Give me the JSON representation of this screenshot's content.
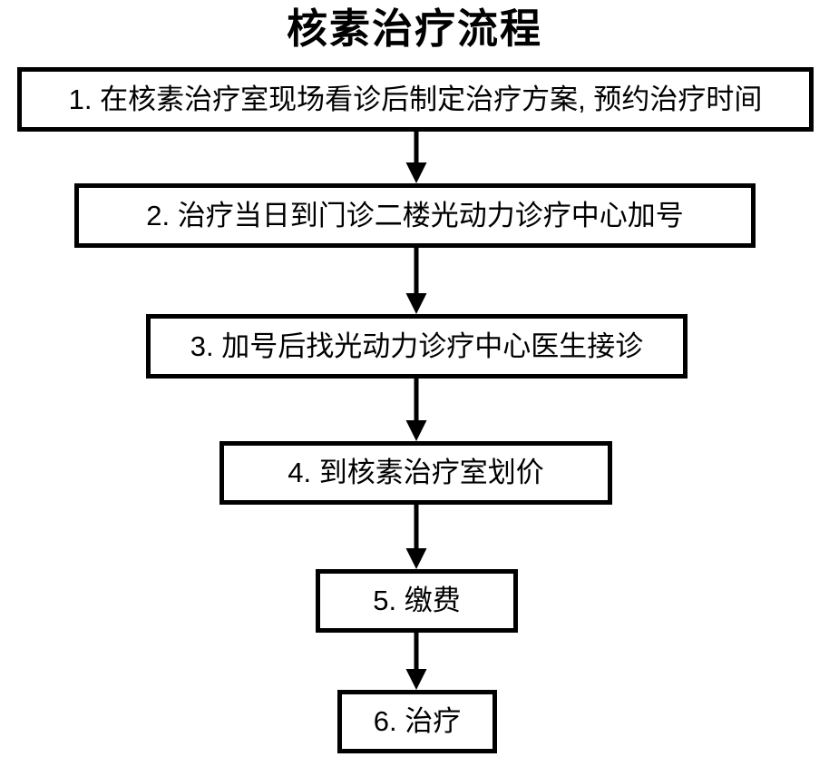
{
  "title": "核素治疗流程",
  "colors": {
    "background": "#ffffff",
    "stroke": "#000000",
    "text": "#000000"
  },
  "flow": {
    "steps": [
      {
        "id": "step-1",
        "label": "1. 在核素治疗室现场看诊后制定治疗方案, 预约治疗时间"
      },
      {
        "id": "step-2",
        "label": "2. 治疗当日到门诊二楼光动力诊疗中心加号"
      },
      {
        "id": "step-3",
        "label": "3. 加号后找光动力诊疗中心医生接诊"
      },
      {
        "id": "step-4",
        "label": "4. 到核素治疗室划价"
      },
      {
        "id": "step-5",
        "label": "5. 缴费"
      },
      {
        "id": "step-6",
        "label": "6. 治疗"
      }
    ],
    "connectors": [
      {
        "id": "arrow-1-to-2",
        "from": "step-1",
        "to": "step-2",
        "shape": "down-arrow"
      },
      {
        "id": "arrow-2-to-3",
        "from": "step-2",
        "to": "step-3",
        "shape": "down-arrow"
      },
      {
        "id": "arrow-3-to-4",
        "from": "step-3",
        "to": "step-4",
        "shape": "down-arrow"
      },
      {
        "id": "arrow-4-to-5",
        "from": "step-4",
        "to": "step-5",
        "shape": "down-arrow"
      },
      {
        "id": "arrow-5-to-6",
        "from": "step-5",
        "to": "step-6",
        "shape": "down-arrow"
      }
    ]
  }
}
